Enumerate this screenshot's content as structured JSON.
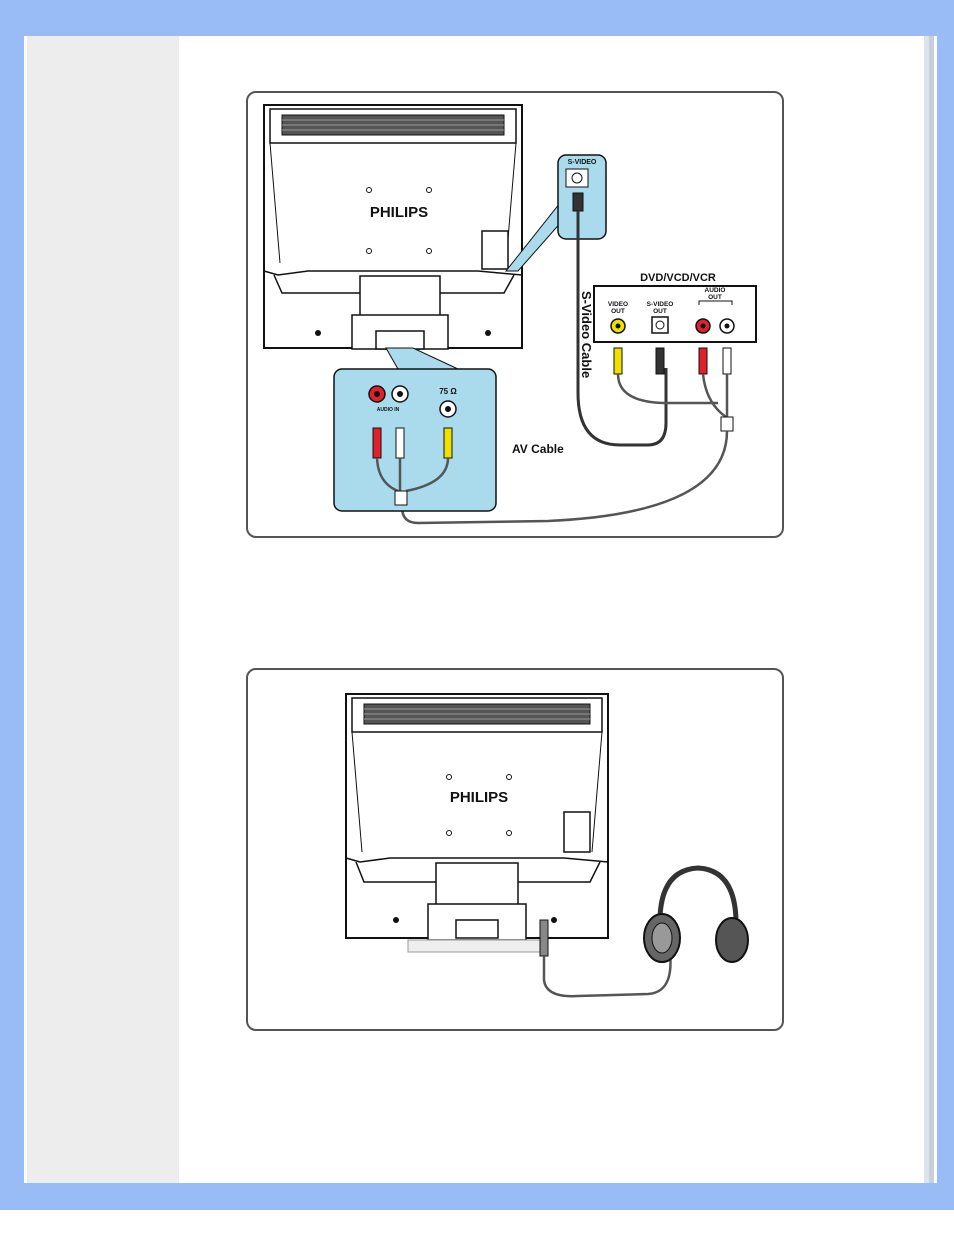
{
  "diagram_av": {
    "brand": "PHILIPS",
    "svideo_port_label": "S-VIDEO",
    "device_label": "DVD/VCD/VCR",
    "video_out_label_1": "VIDEO",
    "video_out_label_2": "OUT",
    "svideo_out_label_1": "S-VIDEO",
    "svideo_out_label_2": "OUT",
    "audio_out_label_1": "AUDIO",
    "audio_out_label_2": "OUT",
    "audio_in_label": "AUDIO IN",
    "impedance_label": "75 Ω",
    "svideo_cable_label": "S-Video Cable",
    "av_cable_label": "AV Cable",
    "colors": {
      "red_jack": "#e0202a",
      "yellow_jack": "#f0e000",
      "callout_bg": "#a9dbed"
    }
  },
  "diagram_headphone": {
    "brand": "PHILIPS"
  },
  "page": {
    "frame_color": "#99bbf6",
    "sidebar_color": "#ededed"
  }
}
